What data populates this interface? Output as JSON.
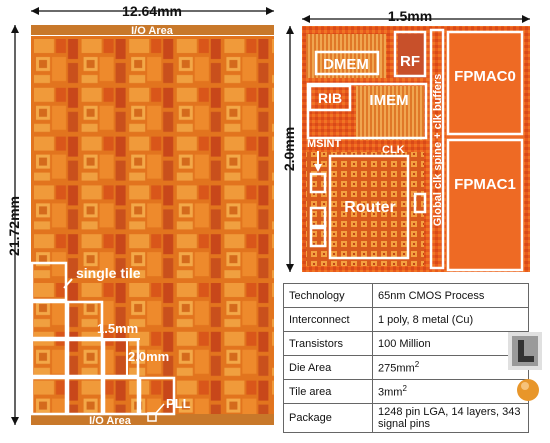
{
  "left_die": {
    "width_label": "12.64mm",
    "height_label": "21.72mm",
    "io_top": "I/O Area",
    "io_bottom": "I/O Area",
    "single_tile": "single tile",
    "tile_width": "1.5mm",
    "tile_height": "2.0mm",
    "pll": "PLL"
  },
  "tile": {
    "width_label": "1.5mm",
    "height_label": "2.0mm",
    "blocks": {
      "dmem": "DMEM",
      "rf": "RF",
      "rib": "RIB",
      "imem": "IMEM",
      "fpmac0": "FPMAC0",
      "fpmac1": "FPMAC1",
      "msint": "MSINT",
      "clk": "CLK",
      "router": "Router",
      "spine": "Global clk spine + clk buffers"
    }
  },
  "specs": [
    {
      "key": "Technology",
      "value": "65nm CMOS Process"
    },
    {
      "key": "Interconnect",
      "value": "1 poly, 8 metal (Cu)"
    },
    {
      "key": "Transistors",
      "value": "100 Million"
    },
    {
      "key": "Die Area",
      "value": "275mm",
      "sup": "2"
    },
    {
      "key": "Tile area",
      "value": "3mm",
      "sup": "2"
    },
    {
      "key": "Package",
      "value": "1248 pin LGA, 14 layers, 343 signal pins"
    }
  ],
  "colors": {
    "die": "#e0701c",
    "tile_bg": "#e4561a",
    "io": "#c8782a",
    "highlight": "#ffffff"
  }
}
